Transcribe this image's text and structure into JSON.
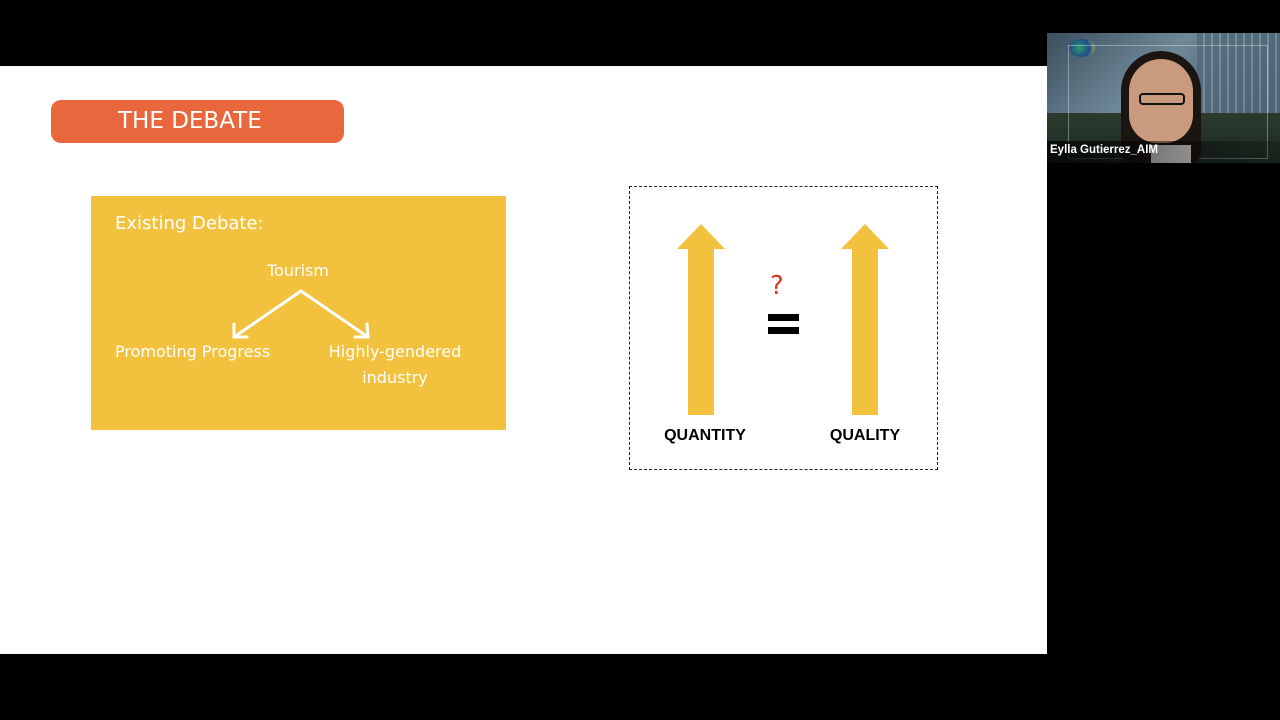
{
  "slide": {
    "title": "THE DEBATE",
    "debate_box": {
      "heading": "Existing Debate:",
      "root": "Tourism",
      "branch_left": "Promoting Progress",
      "branch_right": "Highly-gendered industry"
    },
    "comparison": {
      "left_label": "QUANTITY",
      "right_label": "QUALITY",
      "question_mark": "?",
      "arrow_color": "#f2c13d"
    }
  },
  "video": {
    "participant_name": "Eylla Gutierrez_AIM"
  },
  "colors": {
    "title_pill": "#e8673c",
    "debate_box": "#f2c13d",
    "question_mark": "#d9342b"
  }
}
